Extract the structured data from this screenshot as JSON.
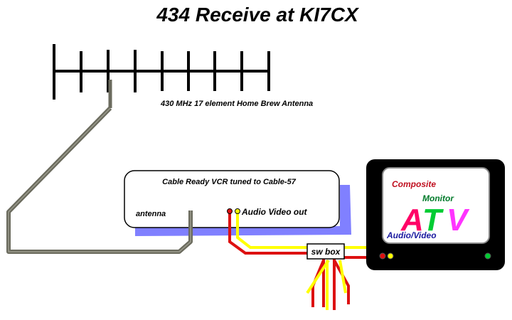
{
  "title": "434 Receive at KI7CX",
  "antenna_label": "430 MHz 17 element Home Brew Antenna",
  "vcr": {
    "label": "Cable Ready VCR tuned to Cable-57",
    "antenna_port_label": "antenna",
    "av_out_label": "Audio Video out"
  },
  "switch_box": {
    "label": "sw box"
  },
  "monitor": {
    "composite_label": "Composite",
    "monitor_label": "Monitor",
    "atv_letters": [
      "A",
      "T",
      "V"
    ],
    "audio_video_label": "Audio/Video"
  },
  "colors": {
    "cable_gray": "#6b6b5e",
    "vcr_shadow": "#8080ff",
    "audio_red": "#dd1111",
    "video_yellow": "#ffff00",
    "composite_red": "#c01020",
    "monitor_green": "#007a2a",
    "audio_video_blue": "#1a1aa0",
    "atv_a": "#ff0066",
    "atv_t": "#00cc33",
    "atv_v": "#ff33ff"
  }
}
